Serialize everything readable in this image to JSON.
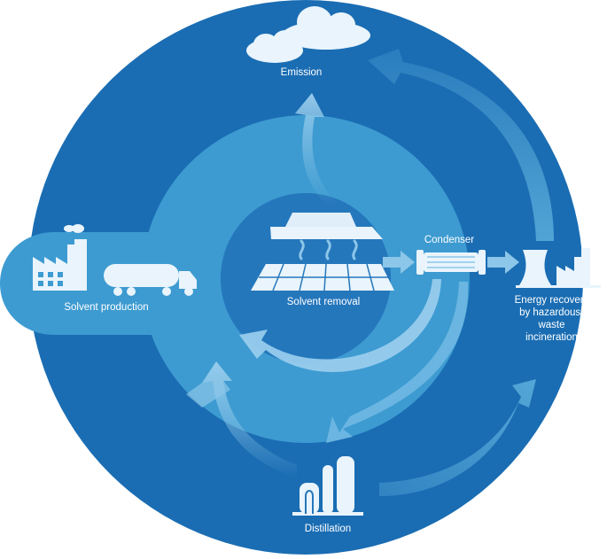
{
  "labels": {
    "emission": "Emission",
    "condenser": "Condenser",
    "solvent_removal": "Solvent removal",
    "solvent_production": "Solvent production",
    "distillation": "Distillation",
    "energy_recovery": [
      "Energy recovery",
      "by hazardous-",
      "waste",
      "incineration"
    ]
  },
  "colors": {
    "outer_circle": "#1a6db3",
    "ring": "#3d9bd1",
    "ring_light": "#5aaedb",
    "inner": "#2577bc",
    "arrow": "#8cc6e8",
    "icon": "#e9f4fc"
  },
  "icons": [
    "cloud-icon",
    "factory-icon",
    "tanker-truck-icon",
    "solar-panel-icon",
    "condenser-icon",
    "distillation-column-icon",
    "power-plant-icon"
  ]
}
